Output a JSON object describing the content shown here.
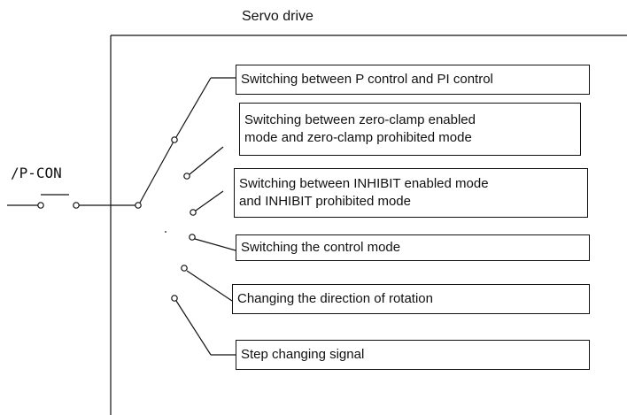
{
  "drive_title": "Servo drive",
  "signal_label": "/P-CON",
  "functions": [
    {
      "line1": "Switching between P control and PI control",
      "line2": ""
    },
    {
      "line1": "Switching between zero-clamp enabled",
      "line2": "mode and zero-clamp prohibited mode"
    },
    {
      "line1": "Switching between INHIBIT enabled mode",
      "line2": "and INHIBIT prohibited mode"
    },
    {
      "line1": "Switching the control mode",
      "line2": ""
    },
    {
      "line1": "Changing the direction of rotation",
      "line2": ""
    },
    {
      "line1": "Step changing signal",
      "line2": ""
    }
  ],
  "line_color": "#111111"
}
